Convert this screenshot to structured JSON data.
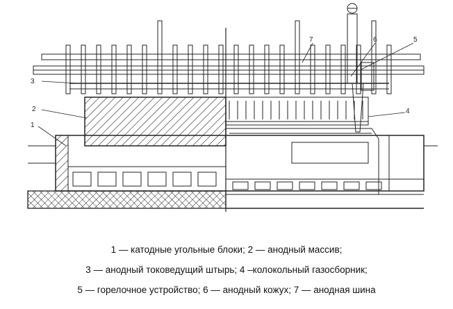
{
  "figure": {
    "labels": [
      "1",
      "2",
      "3",
      "4",
      "5",
      "6",
      "7"
    ],
    "caption_lines": [
      "1 — катодные угольные блоки; 2 — анодный массив;",
      "3 — анодный токоведущий штырь; 4 –колокольный газосборник;",
      "5 — горелочное устройство; 6 — анодный кожух; 7 — анодная шина"
    ]
  }
}
